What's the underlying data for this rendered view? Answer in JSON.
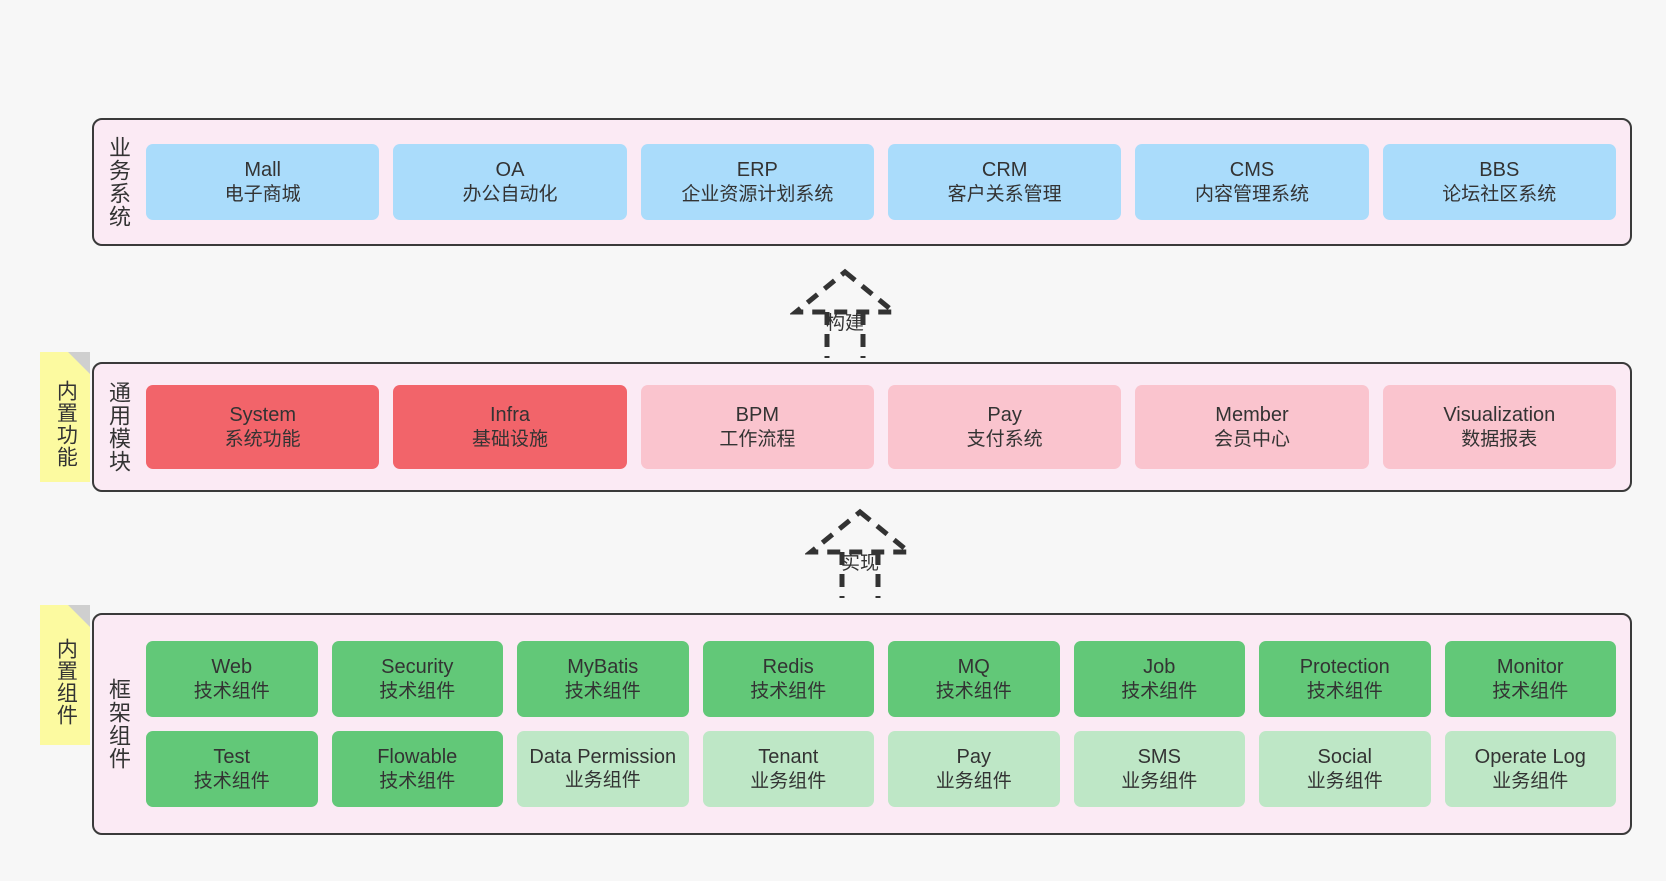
{
  "diagram": {
    "background": "#f7f7f7",
    "panel_fill": "#fbeaf4",
    "panel_stroke": "#3a3a3a",
    "sticky_fill": "#fcfaa0",
    "colors": {
      "business": "#aadcfb",
      "module_active": "#f2646a",
      "module_plan": "#fac4ce",
      "tech_component": "#62c878",
      "biz_component": "#bee7c6"
    }
  },
  "business_layer": {
    "title": "业务系统",
    "nodes": [
      {
        "en": "Mall",
        "cn": "电子商城"
      },
      {
        "en": "OA",
        "cn": "办公自动化"
      },
      {
        "en": "ERP",
        "cn": "企业资源计划系统"
      },
      {
        "en": "CRM",
        "cn": "客户关系管理"
      },
      {
        "en": "CMS",
        "cn": "内容管理系统"
      },
      {
        "en": "BBS",
        "cn": "论坛社区系统"
      }
    ]
  },
  "arrow_build": {
    "label": "构建"
  },
  "module_layer": {
    "title": "通用模块",
    "sticky": "内置功能",
    "nodes": [
      {
        "en": "System",
        "cn": "系统功能",
        "color": "c-red"
      },
      {
        "en": "Infra",
        "cn": "基础设施",
        "color": "c-red"
      },
      {
        "en": "BPM",
        "cn": "工作流程",
        "color": "c-pink"
      },
      {
        "en": "Pay",
        "cn": "支付系统",
        "color": "c-pink"
      },
      {
        "en": "Member",
        "cn": "会员中心",
        "color": "c-pink"
      },
      {
        "en": "Visualization",
        "cn": "数据报表",
        "color": "c-pink"
      }
    ]
  },
  "arrow_implement": {
    "label": "实现"
  },
  "framework_layer": {
    "title": "框架组件",
    "sticky": "内置组件",
    "row1": [
      {
        "en": "Web",
        "cn": "技术组件",
        "color": "c-green"
      },
      {
        "en": "Security",
        "cn": "技术组件",
        "color": "c-green"
      },
      {
        "en": "MyBatis",
        "cn": "技术组件",
        "color": "c-green"
      },
      {
        "en": "Redis",
        "cn": "技术组件",
        "color": "c-green"
      },
      {
        "en": "MQ",
        "cn": "技术组件",
        "color": "c-green"
      },
      {
        "en": "Job",
        "cn": "技术组件",
        "color": "c-green"
      },
      {
        "en": "Protection",
        "cn": "技术组件",
        "color": "c-green"
      },
      {
        "en": "Monitor",
        "cn": "技术组件",
        "color": "c-green"
      }
    ],
    "row2": [
      {
        "en": "Test",
        "cn": "技术组件",
        "color": "c-green"
      },
      {
        "en": "Flowable",
        "cn": "技术组件",
        "color": "c-green"
      },
      {
        "en": "Data Permission",
        "cn": "业务组件",
        "color": "c-lightgreen"
      },
      {
        "en": "Tenant",
        "cn": "业务组件",
        "color": "c-lightgreen"
      },
      {
        "en": "Pay",
        "cn": "业务组件",
        "color": "c-lightgreen"
      },
      {
        "en": "SMS",
        "cn": "业务组件",
        "color": "c-lightgreen"
      },
      {
        "en": "Social",
        "cn": "业务组件",
        "color": "c-lightgreen"
      },
      {
        "en": "Operate Log",
        "cn": "业务组件",
        "color": "c-lightgreen"
      }
    ]
  }
}
